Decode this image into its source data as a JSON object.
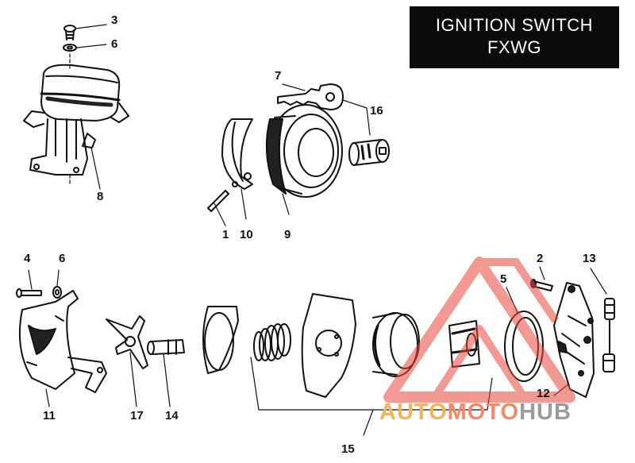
{
  "title": {
    "line1": "IGNITION SWITCH",
    "line2": "FXWG"
  },
  "callouts": {
    "c1": "1",
    "c2": "2",
    "c3": "3",
    "c4": "4",
    "c5": "5",
    "c6a": "6",
    "c6b": "6",
    "c7": "7",
    "c8": "8",
    "c9": "9",
    "c10": "10",
    "c11": "11",
    "c12": "12",
    "c13": "13",
    "c14": "14",
    "c15": "15",
    "c16": "16",
    "c17": "17"
  },
  "watermark": {
    "part1": "AUTO",
    "part2": "MOTO",
    "part3": "HUB"
  },
  "colors": {
    "ink": "#111111",
    "watermark_red": "#e8473a",
    "watermark_orange": "#f0b45e",
    "watermark_gray": "#9a9a9a"
  }
}
